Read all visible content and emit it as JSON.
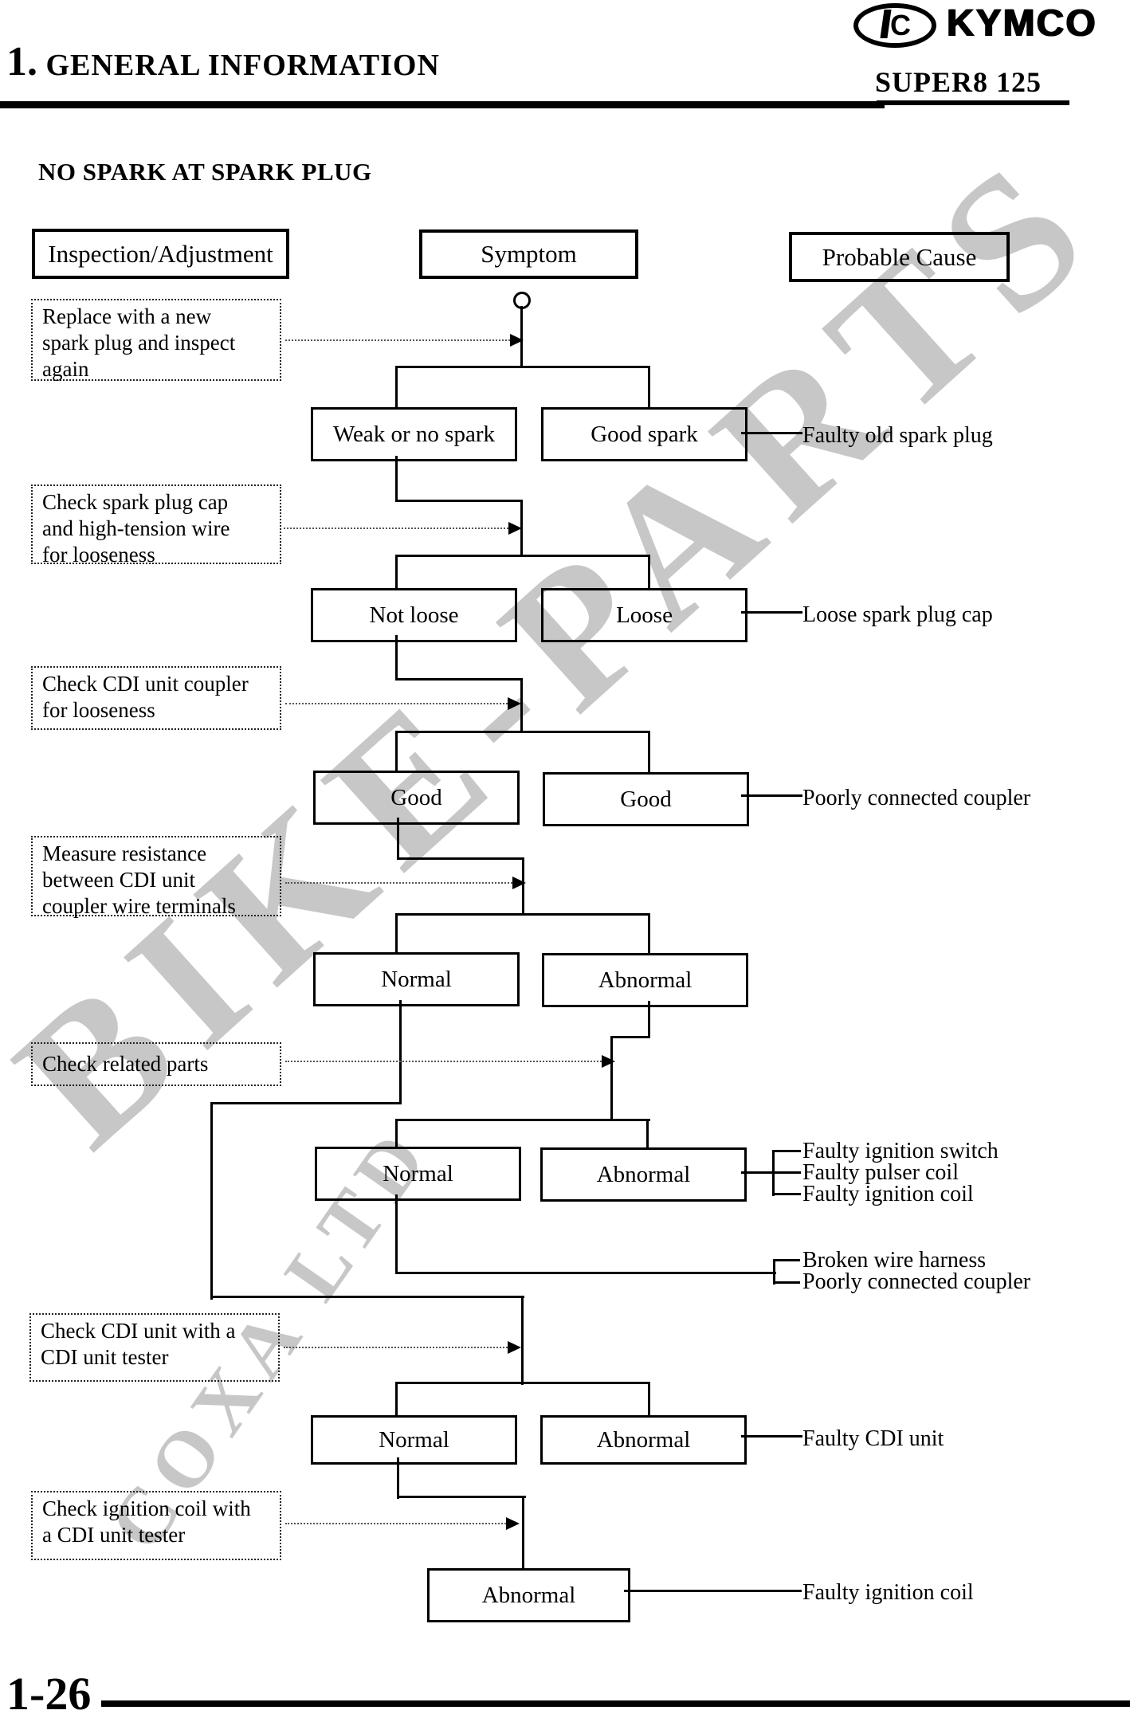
{
  "header": {
    "chapter": "1.",
    "title": " GENERAL INFORMATION",
    "brand": "KYMCO",
    "brand_emblem": "C",
    "model": "SUPER8 125"
  },
  "section_title": "NO SPARK AT SPARK PLUG",
  "columns": {
    "inspection": "Inspection/Adjustment",
    "symptom": "Symptom",
    "cause": "Probable Cause"
  },
  "flow": {
    "inspections": [
      {
        "lines": [
          "Replace with a new",
          "spark plug and inspect",
          "again"
        ]
      },
      {
        "lines": [
          "Check spark plug cap",
          "and high-tension wire",
          "for looseness"
        ]
      },
      {
        "lines": [
          "Check CDI unit coupler",
          "for looseness"
        ]
      },
      {
        "lines": [
          "Measure resistance",
          "between CDI unit",
          "coupler wire terminals"
        ]
      },
      {
        "lines": [
          "Check related parts"
        ]
      },
      {
        "lines": [
          "Check CDI unit with a",
          "CDI unit tester"
        ]
      },
      {
        "lines": [
          "Check ignition coil with",
          "a CDI unit tester"
        ]
      }
    ],
    "rows": [
      {
        "left": "Weak or no spark",
        "right": "Good spark",
        "cause": "Faulty old spark plug"
      },
      {
        "left": "Not loose",
        "right": "Loose",
        "cause": "Loose spark plug cap"
      },
      {
        "left": "Good",
        "right": "Good",
        "cause": "Poorly connected coupler"
      },
      {
        "left": "Normal",
        "right": "Abnormal"
      },
      {
        "left": "Normal",
        "right": "Abnormal",
        "causes": [
          "Faulty ignition switch",
          "Faulty pulser coil",
          "Faulty ignition coil"
        ]
      },
      {
        "left": "Normal",
        "right": "Abnormal",
        "cause": "Faulty CDI unit"
      }
    ],
    "normal_branch_causes": [
      "Broken wire harness",
      "Poorly connected coupler"
    ],
    "final": {
      "label": "Abnormal",
      "cause": "Faulty ignition coil"
    }
  },
  "watermark": {
    "big": "BIKE-PARTS",
    "small": "COXA LTD"
  },
  "footer": {
    "page": "1-26"
  }
}
